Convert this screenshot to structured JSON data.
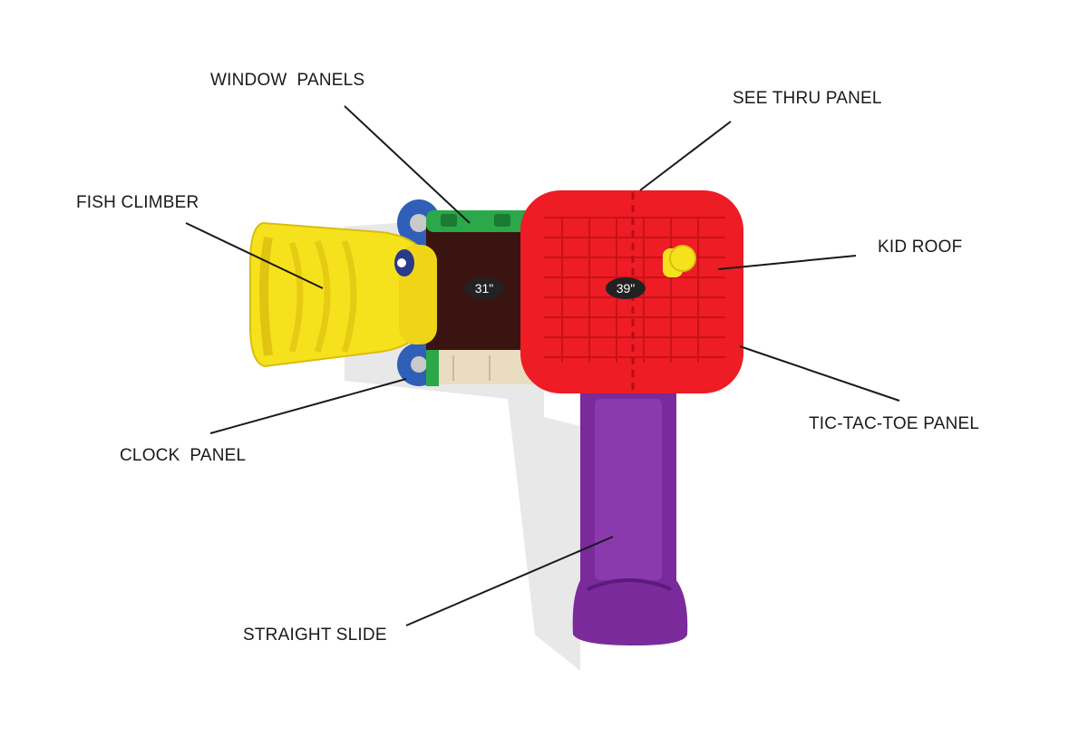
{
  "labels": {
    "window_panels": "WINDOW  PANELS",
    "see_thru_panel": "SEE THRU PANEL",
    "fish_climber": "FISH CLIMBER",
    "kid_roof": "KID ROOF",
    "clock_panel": "CLOCK  PANEL",
    "tic_tac_toe_panel": "TIC-TAC-TOE PANEL",
    "straight_slide": "STRAIGHT SLIDE"
  },
  "heights": {
    "deck_low": "31\"",
    "deck_high": "39\""
  },
  "colors": {
    "roof_red": "#ee1c24",
    "climber_yellow": "#f6e21c",
    "slide_purple": "#7a2a9a",
    "panel_blue": "#2f5fb8",
    "panel_green": "#2aa84a",
    "deck_dark": "#3a1410",
    "step_tan": "#e9dcc0"
  }
}
